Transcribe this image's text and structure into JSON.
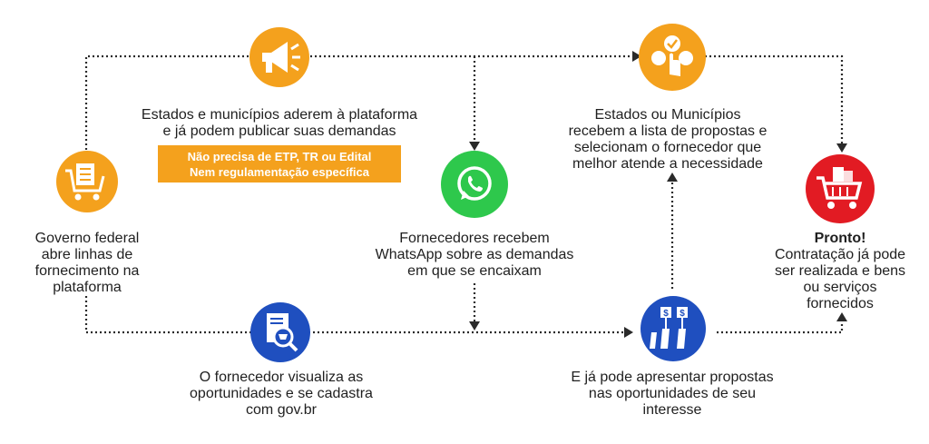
{
  "colors": {
    "orange": "#f4a11d",
    "green": "#2ec84c",
    "blue": "#1f4fbf",
    "red": "#e21b23",
    "line": "#2a2a2a"
  },
  "steps": {
    "governo": {
      "icon": "shopping-cart-checklist-icon",
      "lines": [
        "Governo federal",
        "abre linhas de",
        "fornecimento na",
        "plataforma"
      ]
    },
    "estados_aderem": {
      "icon": "megaphone-icon",
      "lines": [
        "Estados e municípios aderem à plataforma",
        "e já podem publicar suas demandas"
      ],
      "banner_lines": [
        "Não precisa de ETP, TR ou Edital",
        "Nem regulamentação específica"
      ]
    },
    "fornecedor_visualiza": {
      "icon": "document-search-cart-icon",
      "lines": [
        "O fornecedor visualiza as",
        "oportunidades e se cadastra",
        "com gov.br"
      ]
    },
    "whatsapp": {
      "icon": "whatsapp-icon",
      "lines": [
        "Fornecedores recebem",
        "WhatsApp sobre as demandas",
        "em que se encaixam"
      ]
    },
    "propostas": {
      "icon": "bidding-hands-icon",
      "lines": [
        "E já pode apresentar propostas",
        "nas oportunidades de seu",
        "interesse"
      ]
    },
    "selecionam": {
      "icon": "select-option-hand-icon",
      "lines": [
        "Estados ou Municípios",
        "recebem a lista de propostas e",
        "selecionam o fornecedor que",
        "melhor atende a necessidade"
      ]
    },
    "pronto": {
      "icon": "shopping-cart-full-icon",
      "title": "Pronto!",
      "lines": [
        "Contratação já pode",
        "ser realizada e bens",
        "ou serviços",
        "fornecidos"
      ]
    }
  }
}
